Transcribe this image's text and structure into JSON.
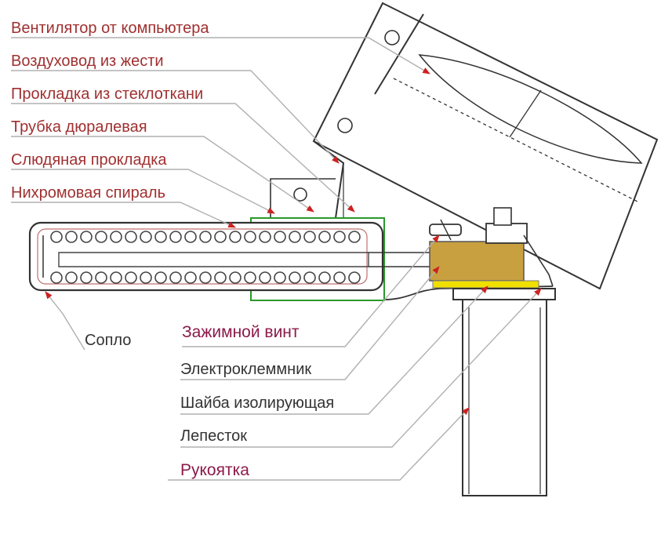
{
  "labels": {
    "fan": "Вентилятор от компьютера",
    "duct": "Воздуховод из жести",
    "fiberglass_gasket": "Прокладка из стеклоткани",
    "duralumin_tube": "Трубка дюралевая",
    "mica_gasket": "Слюдяная прокладка",
    "nichrome_coil": "Нихромовая спираль",
    "nozzle": "Сопло",
    "clamp_screw": "Зажимной винт",
    "terminal_block": "Электроклеммник",
    "insulating_washer": "Шайба изолирующая",
    "lug": "Лепесток",
    "handle": "Рукоятка"
  },
  "colors": {
    "label_red": "#a03030",
    "label_dark": "#333333",
    "label_plum": "#8b1a4a",
    "leader_gray": "#b0b0b0",
    "arrow_red": "#cc2222",
    "coil_stroke": "#444444",
    "mica_green": "#2a9a2a",
    "terminal_brass": "#c8a040",
    "washer_yellow": "#f0e000"
  }
}
